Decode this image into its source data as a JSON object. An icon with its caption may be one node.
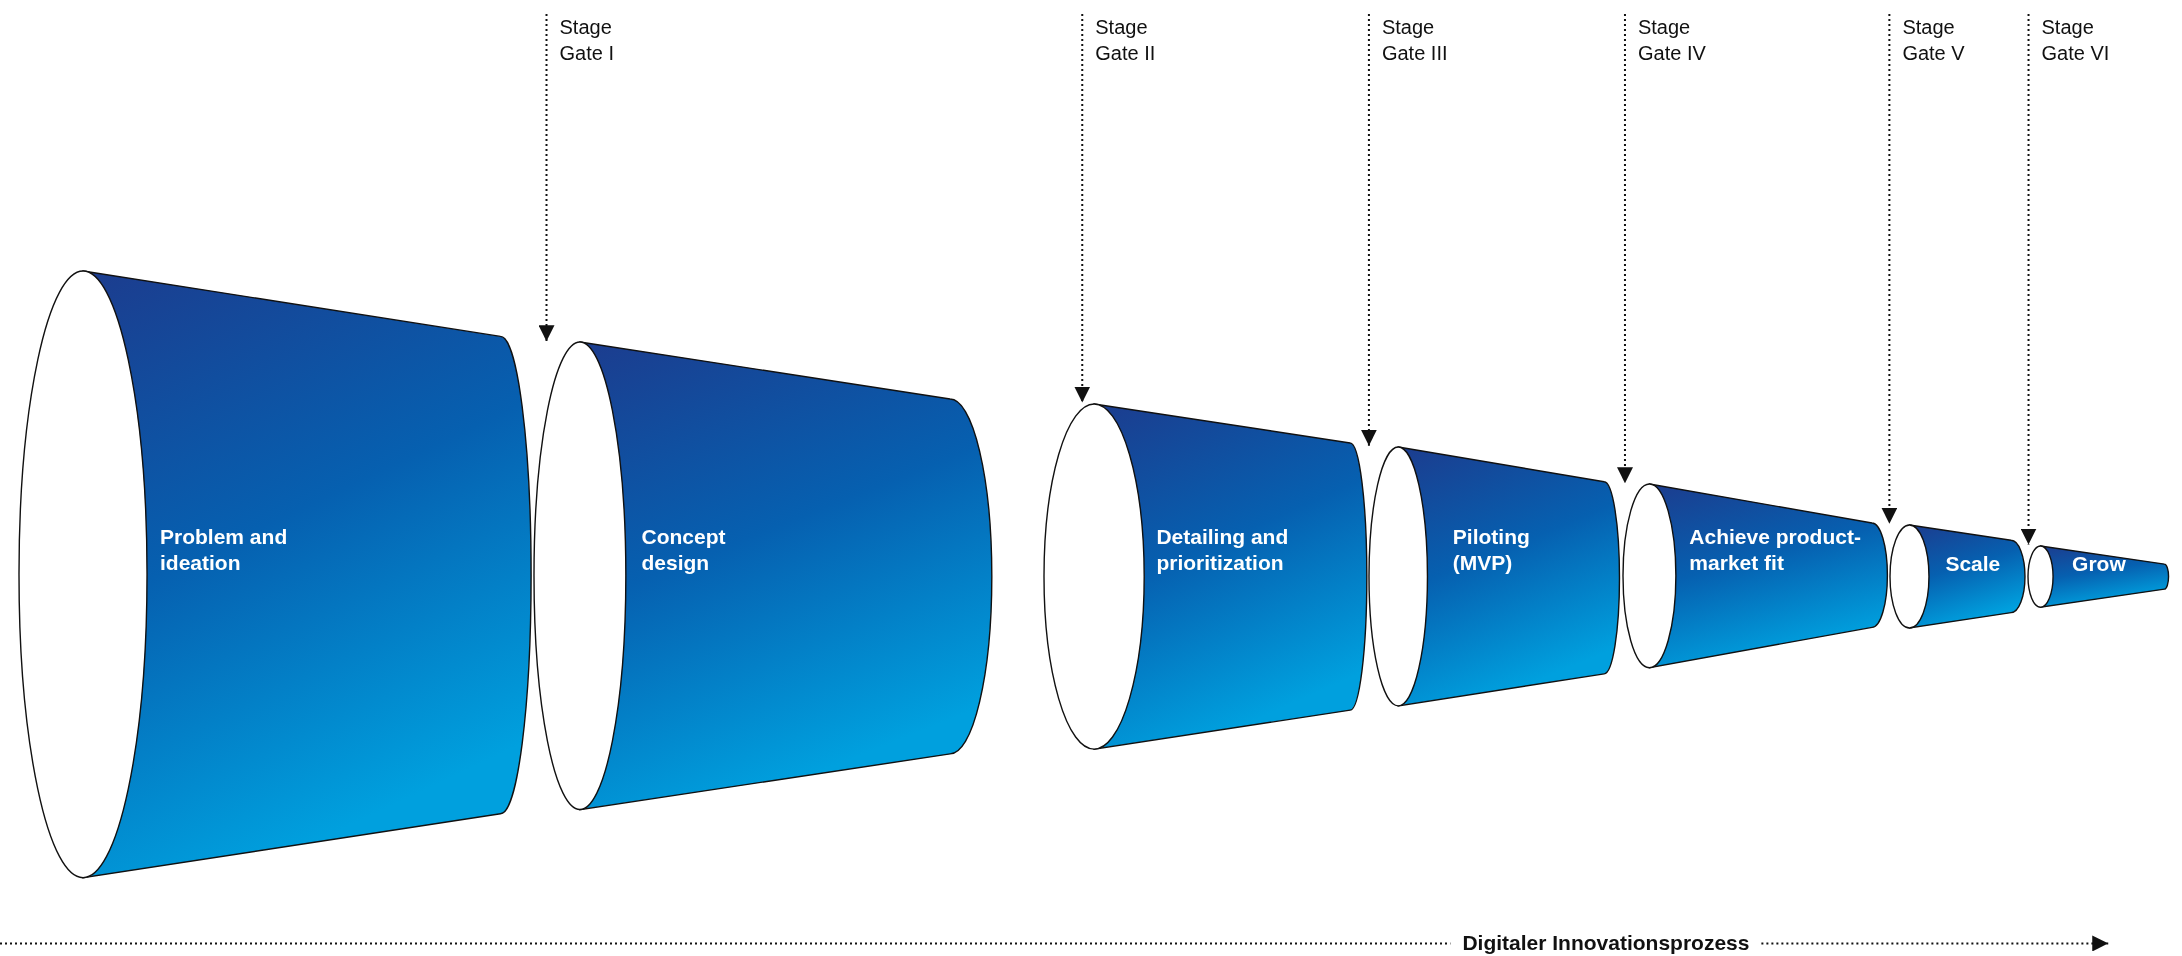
{
  "diagram": {
    "nodes": [
      {
        "text": [
          "Problem and ideation"
        ]
      },
      {
        "text": [
          "Concept design"
        ]
      },
      {
        "text": [
          "Detailing and prioritization"
        ]
      },
      {
        "text": [
          "Piloting (MVP)"
        ]
      },
      {
        "text": [
          "Achieve product-market fit"
        ]
      },
      {
        "text": [
          "Scale"
        ]
      },
      {
        "text": [
          "Grow"
        ]
      },
      {
        "text": [
          "Stage Gate I"
        ]
      },
      {
        "text": [
          "Stage Gate II"
        ]
      },
      {
        "text": [
          "Stage Gate III"
        ]
      },
      {
        "text": [
          "Stage Gate IV"
        ]
      },
      {
        "text": [
          "Stage Gate V"
        ]
      },
      {
        "text": [
          "Stage Gate VI"
        ]
      }
    ],
    "edges": [
      {
        "from": 7,
        "to": 1,
        "arrow": "to",
        "style": "dashed"
      },
      {
        "from": 8,
        "to": 2,
        "arrow": "to",
        "style": "dashed"
      },
      {
        "from": 9,
        "to": 3,
        "arrow": "to",
        "style": "dashed"
      },
      {
        "from": 10,
        "to": 4,
        "arrow": "to",
        "style": "dashed"
      },
      {
        "from": 11,
        "to": 5,
        "arrow": "to",
        "style": "dashed"
      },
      {
        "from": 12,
        "to": 6,
        "arrow": "to",
        "style": "dashed"
      }
    ],
    "labels": [
      "Digitaler Innovationsprozess"
    ]
  }
}
